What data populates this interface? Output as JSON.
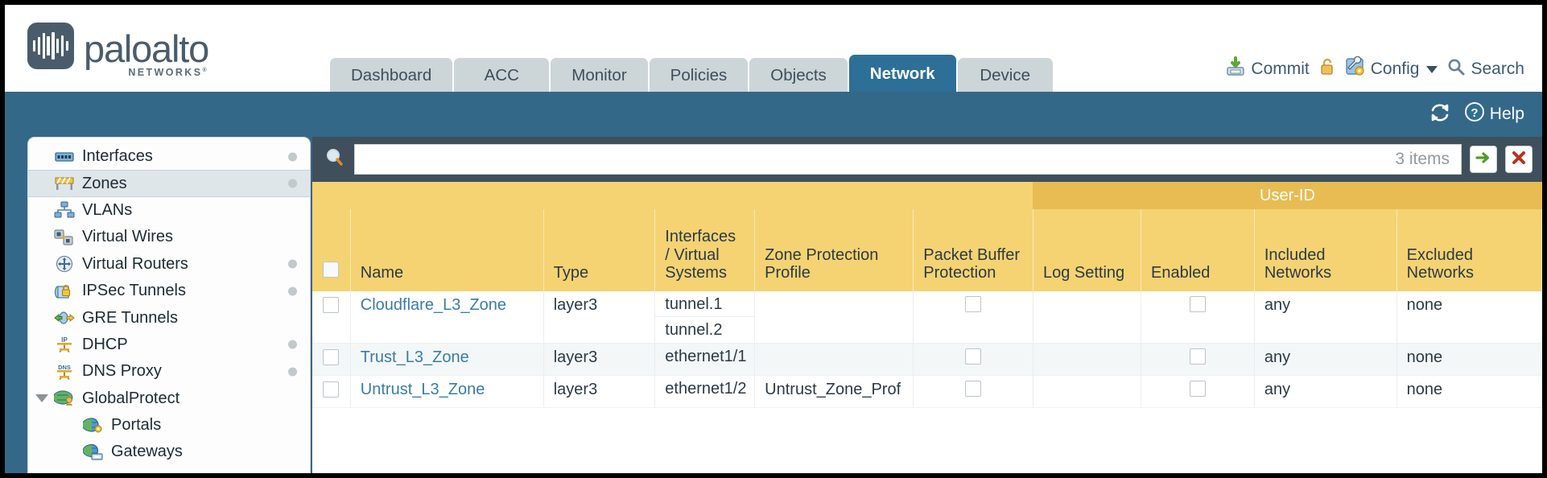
{
  "brand": {
    "word": "paloalto",
    "sub": "NETWORKS",
    "reg": "®"
  },
  "tabs": [
    {
      "label": "Dashboard",
      "active": false
    },
    {
      "label": "ACC",
      "active": false
    },
    {
      "label": "Monitor",
      "active": false
    },
    {
      "label": "Policies",
      "active": false
    },
    {
      "label": "Objects",
      "active": false
    },
    {
      "label": "Network",
      "active": true
    },
    {
      "label": "Device",
      "active": false
    }
  ],
  "toolbar": {
    "commit_label": "Commit",
    "config_label": "Config",
    "search_label": "Search",
    "commit_icon": "commit-save-icon",
    "lock_icon": "unlock-padlock-icon",
    "config_icon": "config-wrench-icon",
    "search_icon": "search-magnifier-icon"
  },
  "bluebar": {
    "refresh_icon": "refresh-icon",
    "help_label": "Help",
    "help_icon": "help-question-icon"
  },
  "sidebar": {
    "items": [
      {
        "label": "Interfaces",
        "icon": "interfaces-icon",
        "dot": true,
        "child": false,
        "selected": false,
        "arrow": false
      },
      {
        "label": "Zones",
        "icon": "zones-icon",
        "dot": true,
        "child": false,
        "selected": true,
        "arrow": false
      },
      {
        "label": "VLANs",
        "icon": "vlans-icon",
        "dot": false,
        "child": false,
        "selected": false,
        "arrow": false
      },
      {
        "label": "Virtual Wires",
        "icon": "virtual-wires-icon",
        "dot": false,
        "child": false,
        "selected": false,
        "arrow": false
      },
      {
        "label": "Virtual Routers",
        "icon": "virtual-routers-icon",
        "dot": true,
        "child": false,
        "selected": false,
        "arrow": false
      },
      {
        "label": "IPSec Tunnels",
        "icon": "ipsec-tunnels-icon",
        "dot": true,
        "child": false,
        "selected": false,
        "arrow": false
      },
      {
        "label": "GRE Tunnels",
        "icon": "gre-tunnels-icon",
        "dot": false,
        "child": false,
        "selected": false,
        "arrow": false
      },
      {
        "label": "DHCP",
        "icon": "dhcp-icon",
        "dot": true,
        "child": false,
        "selected": false,
        "arrow": false
      },
      {
        "label": "DNS Proxy",
        "icon": "dns-proxy-icon",
        "dot": true,
        "child": false,
        "selected": false,
        "arrow": false
      },
      {
        "label": "GlobalProtect",
        "icon": "globalprotect-icon",
        "dot": false,
        "child": false,
        "selected": false,
        "arrow": true
      },
      {
        "label": "Portals",
        "icon": "portals-icon",
        "dot": false,
        "child": true,
        "selected": false,
        "arrow": false
      },
      {
        "label": "Gateways",
        "icon": "gateways-icon",
        "dot": false,
        "child": true,
        "selected": false,
        "arrow": false
      }
    ]
  },
  "search": {
    "value": "",
    "placeholder": "",
    "items_count": "3 items",
    "apply_icon": "green-arrow-apply-icon",
    "clear_icon": "red-x-clear-icon",
    "icon": "search-magnifier-icon"
  },
  "table": {
    "group_header": "User-ID",
    "columns": [
      "Name",
      "Type",
      "Interfaces / Virtual Systems",
      "Zone Protection Profile",
      "Packet Buffer Protection",
      "Log Setting",
      "Enabled",
      "Included Networks",
      "Excluded Networks"
    ],
    "rows": [
      {
        "selected": false,
        "name": "Cloudflare_L3_Zone",
        "type": "layer3",
        "interfaces": [
          "tunnel.1",
          "tunnel.2"
        ],
        "zone_protection_profile": "",
        "packet_buffer_protection": false,
        "log_setting": "",
        "userid_enabled": false,
        "included_networks": "any",
        "excluded_networks": "none"
      },
      {
        "selected": false,
        "name": "Trust_L3_Zone",
        "type": "layer3",
        "interfaces": [
          "ethernet1/1"
        ],
        "zone_protection_profile": "",
        "packet_buffer_protection": false,
        "log_setting": "",
        "userid_enabled": false,
        "included_networks": "any",
        "excluded_networks": "none"
      },
      {
        "selected": false,
        "name": "Untrust_L3_Zone",
        "type": "layer3",
        "interfaces": [
          "ethernet1/2"
        ],
        "zone_protection_profile": "Untrust_Zone_Prof",
        "packet_buffer_protection": false,
        "log_setting": "",
        "userid_enabled": false,
        "included_networks": "any",
        "excluded_networks": "none"
      }
    ]
  },
  "colors": {
    "brand_blue": "#336889",
    "active_tab": "#2d6f96",
    "tab_grey": "#ccd5d8",
    "header_amber": "#f5d373",
    "group_amber": "#e8bc52",
    "panel_slate": "#3f4f5c",
    "link_blue": "#3a7ca5"
  }
}
